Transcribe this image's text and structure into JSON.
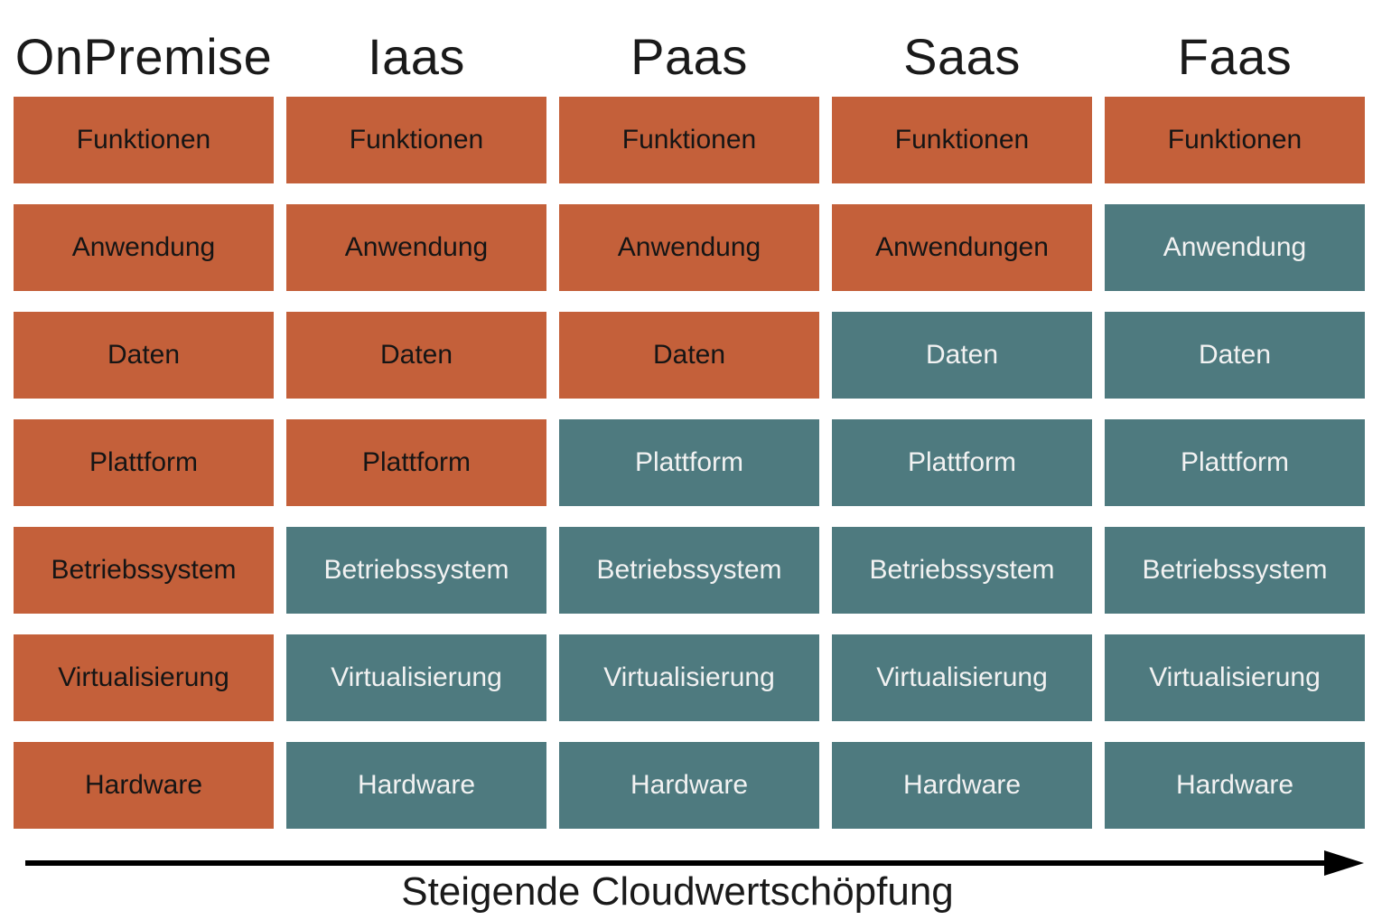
{
  "colors": {
    "self_managed": "#C4603A",
    "cloud_managed": "#4E7A7F",
    "self_text": "#151515",
    "cloud_text": "#F2F2F2",
    "heading_text": "#1A1A1A",
    "arrow": "#000000"
  },
  "columns": [
    {
      "name": "OnPremise",
      "cells": [
        {
          "label": "Funktionen",
          "tone": "self"
        },
        {
          "label": "Anwendung",
          "tone": "self"
        },
        {
          "label": "Daten",
          "tone": "self"
        },
        {
          "label": "Plattform",
          "tone": "self"
        },
        {
          "label": "Betriebssystem",
          "tone": "self"
        },
        {
          "label": "Virtualisierung",
          "tone": "self"
        },
        {
          "label": "Hardware",
          "tone": "self"
        }
      ]
    },
    {
      "name": "Iaas",
      "cells": [
        {
          "label": "Funktionen",
          "tone": "self"
        },
        {
          "label": "Anwendung",
          "tone": "self"
        },
        {
          "label": "Daten",
          "tone": "self"
        },
        {
          "label": "Plattform",
          "tone": "self"
        },
        {
          "label": "Betriebssystem",
          "tone": "cloud"
        },
        {
          "label": "Virtualisierung",
          "tone": "cloud"
        },
        {
          "label": "Hardware",
          "tone": "cloud"
        }
      ]
    },
    {
      "name": "Paas",
      "cells": [
        {
          "label": "Funktionen",
          "tone": "self"
        },
        {
          "label": "Anwendung",
          "tone": "self"
        },
        {
          "label": "Daten",
          "tone": "self"
        },
        {
          "label": "Plattform",
          "tone": "cloud"
        },
        {
          "label": "Betriebssystem",
          "tone": "cloud"
        },
        {
          "label": "Virtualisierung",
          "tone": "cloud"
        },
        {
          "label": "Hardware",
          "tone": "cloud"
        }
      ]
    },
    {
      "name": "Saas",
      "cells": [
        {
          "label": "Funktionen",
          "tone": "self"
        },
        {
          "label": "Anwendungen",
          "tone": "self"
        },
        {
          "label": "Daten",
          "tone": "cloud"
        },
        {
          "label": "Plattform",
          "tone": "cloud"
        },
        {
          "label": "Betriebssystem",
          "tone": "cloud"
        },
        {
          "label": "Virtualisierung",
          "tone": "cloud"
        },
        {
          "label": "Hardware",
          "tone": "cloud"
        }
      ]
    },
    {
      "name": "Faas",
      "cells": [
        {
          "label": "Funktionen",
          "tone": "self"
        },
        {
          "label": "Anwendung",
          "tone": "cloud"
        },
        {
          "label": "Daten",
          "tone": "cloud"
        },
        {
          "label": "Plattform",
          "tone": "cloud"
        },
        {
          "label": "Betriebssystem",
          "tone": "cloud"
        },
        {
          "label": "Virtualisierung",
          "tone": "cloud"
        },
        {
          "label": "Hardware",
          "tone": "cloud"
        }
      ]
    }
  ],
  "caption": "Steigende Cloudwertschöpfung"
}
